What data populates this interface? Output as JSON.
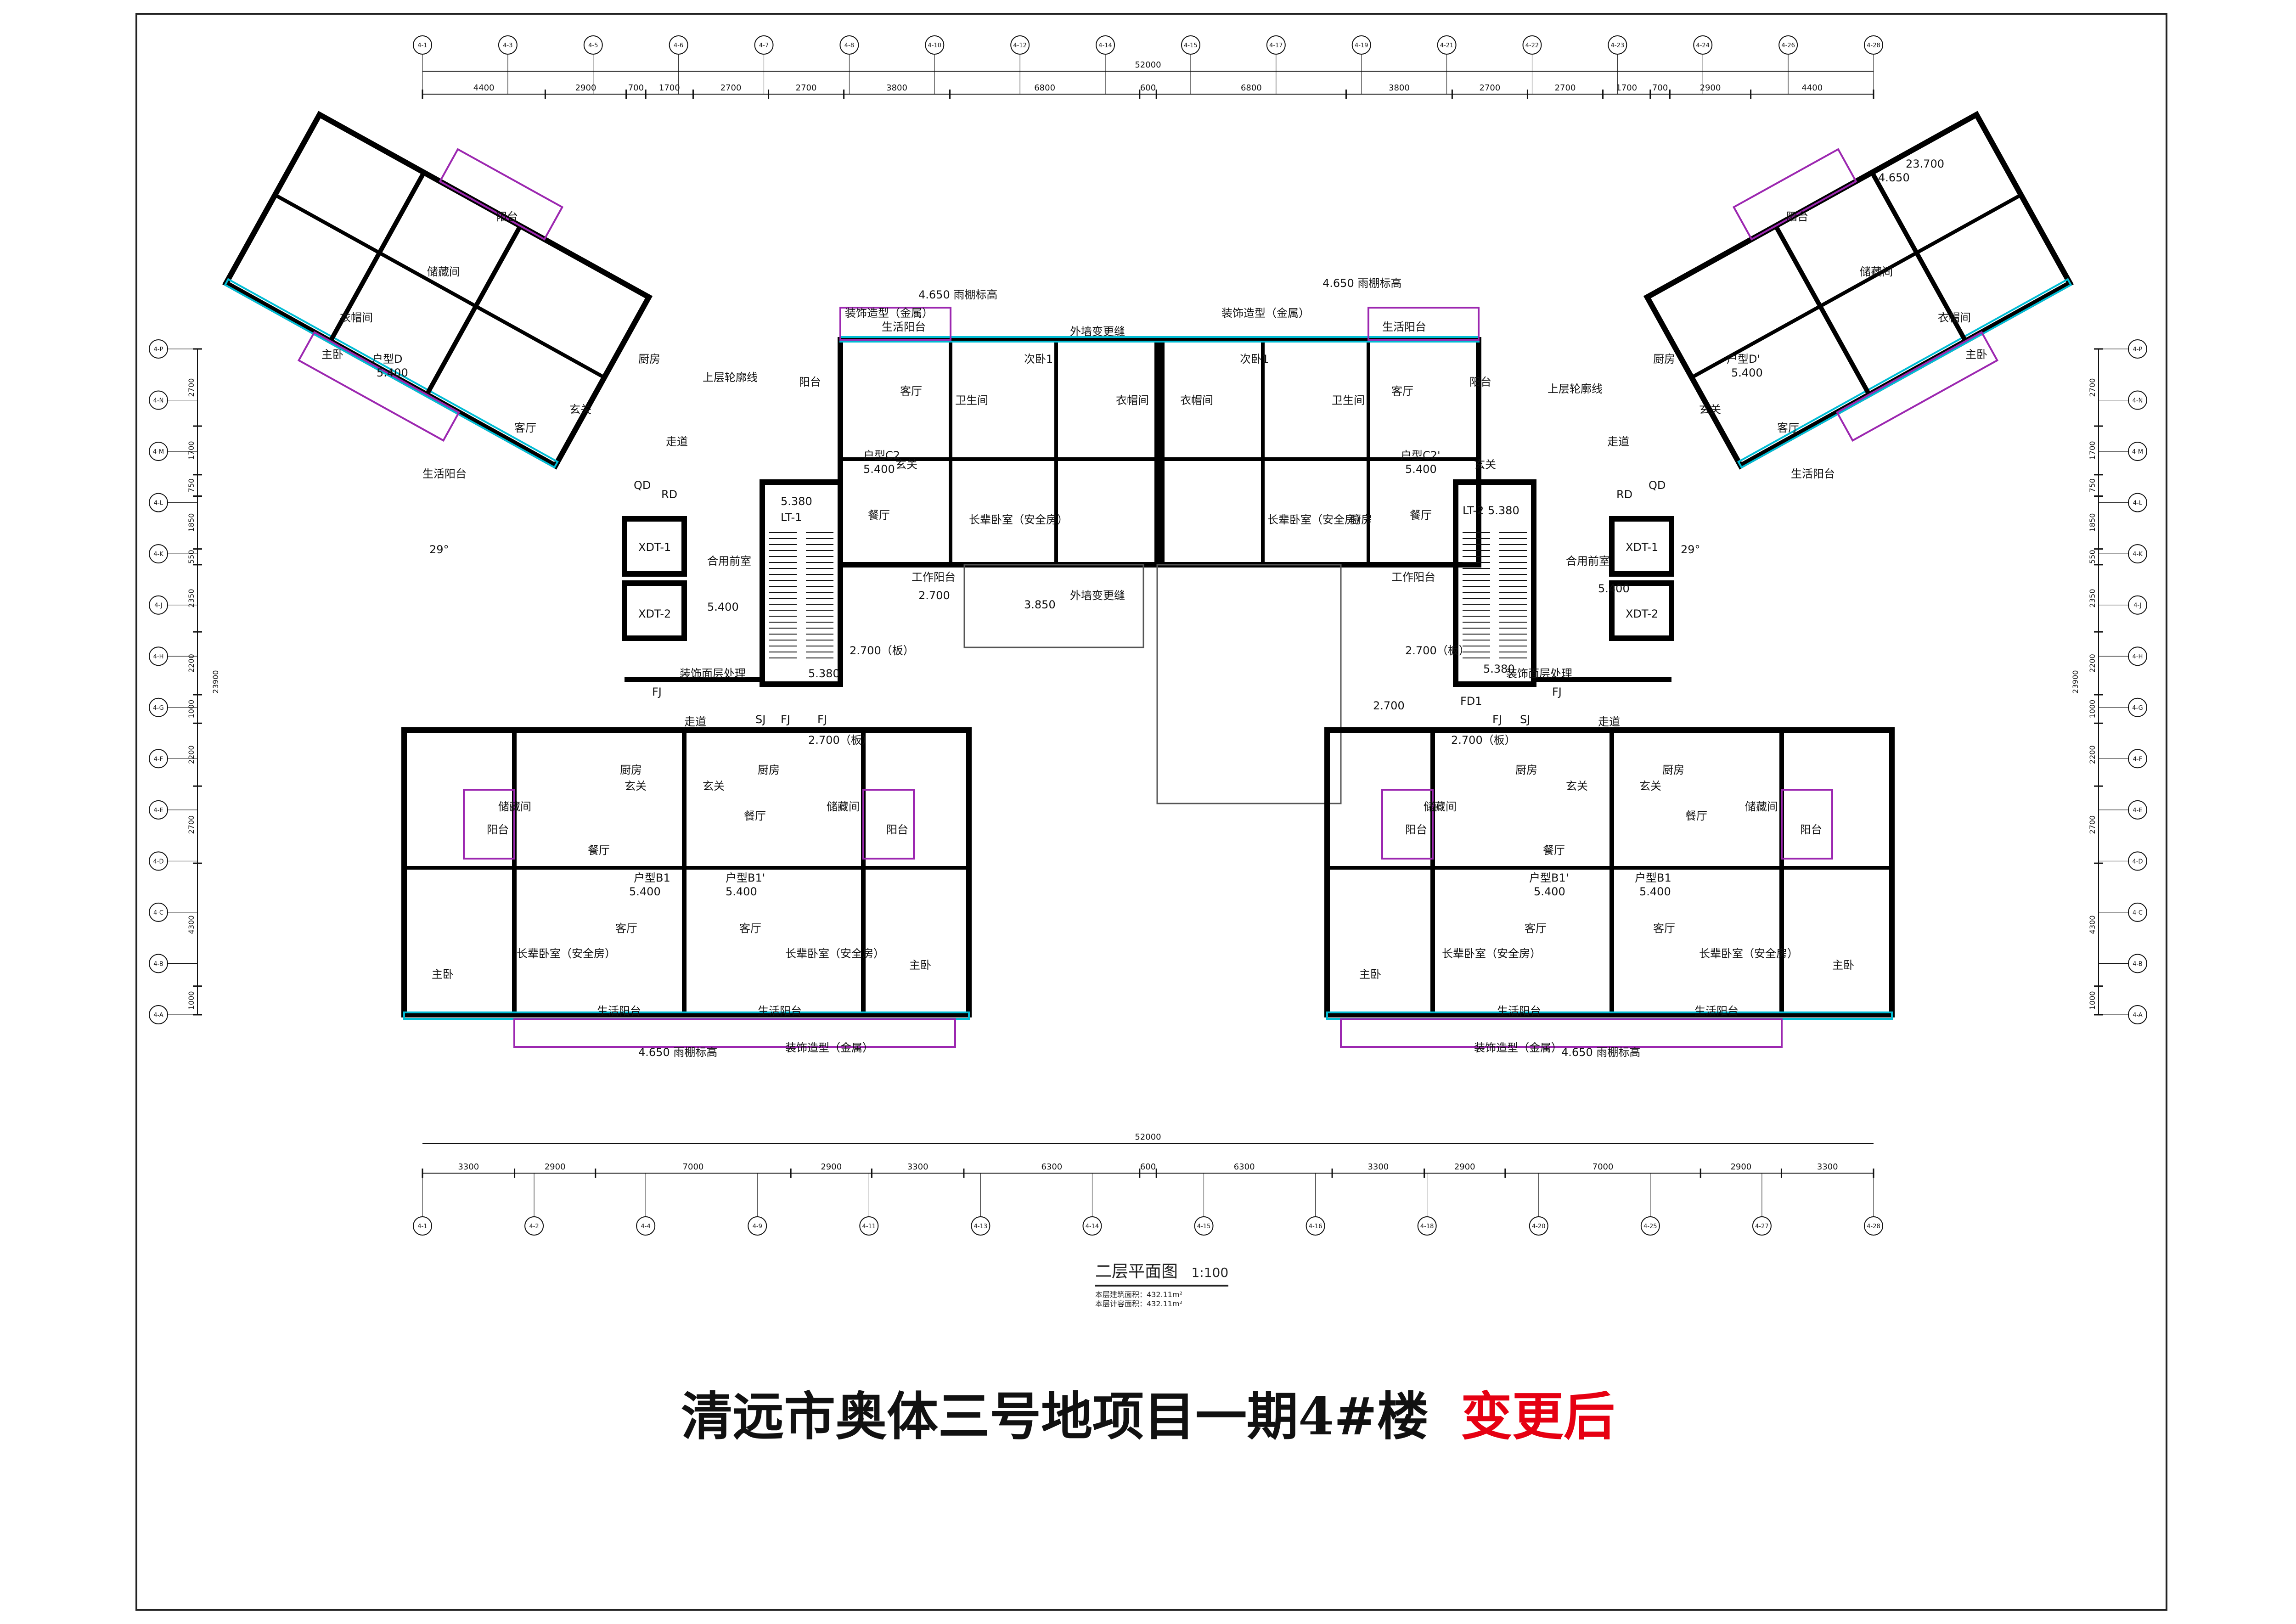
{
  "sheet": {
    "drawing_title": "二层平面图",
    "drawing_scale": "1:100",
    "area_notes": [
      "本层建筑面积：432.11m²",
      "本层计容面积：432.11m²"
    ],
    "project_title": "清远市奥体三号地项目一期4#楼",
    "status_label": "变更后"
  },
  "grid": {
    "overall_dimension": "52000",
    "top_axes": [
      "4-1",
      "4-3",
      "4-5",
      "4-6",
      "4-7",
      "4-8",
      "4-10",
      "4-12",
      "4-14",
      "4-15",
      "4-17",
      "4-19",
      "4-21",
      "4-22",
      "4-23",
      "4-24",
      "4-26",
      "4-28"
    ],
    "top_spans": [
      "4400",
      "2900",
      "700",
      "1700",
      "2700",
      "2700",
      "3800",
      "6800",
      "600",
      "6800",
      "3800",
      "2700",
      "2700",
      "1700",
      "700",
      "2900",
      "4400"
    ],
    "bottom_axes": [
      "4-1",
      "4-2",
      "4-4",
      "4-9",
      "4-11",
      "4-13",
      "4-14",
      "4-15",
      "4-16",
      "4-18",
      "4-20",
      "4-25",
      "4-27",
      "4-28"
    ],
    "bottom_spans": [
      "3300",
      "2900",
      "7000",
      "2900",
      "3300",
      "6300",
      "600",
      "6300",
      "3300",
      "2900",
      "7000",
      "2900",
      "3300"
    ],
    "side_axes": [
      "4-P",
      "4-N",
      "4-M",
      "4-L",
      "4-K",
      "4-J",
      "4-H",
      "4-G",
      "4-F",
      "4-E",
      "4-D",
      "4-C",
      "4-B",
      "4-A"
    ],
    "side_spans": [
      "2700",
      "1700",
      "750",
      "1850",
      "550",
      "2350",
      "2200",
      "1000",
      "2200",
      "2700",
      "4300",
      "1000"
    ],
    "side_total": "23900"
  },
  "units": {
    "left_wing": "户型D",
    "right_wing": "户型D'",
    "center_left": "户型C2",
    "center_right": "户型C2'",
    "lower_left_a": "户型B1",
    "lower_left_b": "户型B1'",
    "lower_right_a": "户型B1'",
    "lower_right_b": "户型B1"
  },
  "core": {
    "stair_left": "LT-1",
    "stair_right": "LT-2",
    "lift_1": "XDT-1",
    "lift_2": "XDT-2",
    "fire_room": "合用前室",
    "corridor": "走道",
    "fj": "FJ",
    "sj": "SJ",
    "qd": "QD",
    "fd": "FD1",
    "rd": "RD"
  },
  "rooms": {
    "master": "主卧",
    "living": "客厅",
    "dining": "餐厅",
    "kitchen": "厨房",
    "bath": "卫生间",
    "storage": "储藏间",
    "balcony": "阳台",
    "life_balcony": "生活阳台",
    "work_balcony": "工作阳台",
    "secondary": "次卧1",
    "elder": "长辈卧室（安全房）",
    "entry": "玄关",
    "clothes": "衣帽间"
  },
  "elevations": {
    "floor": "5.400",
    "stair_landing": "5.380",
    "canopy": "4.650",
    "canopy_note": "4.650 雨棚标高",
    "lower_roof": "2.700",
    "lower_roof_note": "2.700（板）",
    "terrace": "3.850",
    "roof_top": "23.700",
    "angle": "29°"
  },
  "notes": {
    "deco": "装饰造型（金属）",
    "facade": "外墙变更缝",
    "upper_line": "上层轮廓线",
    "stair_treat": "装饰面层处理"
  },
  "colors": {
    "wall": "#000000",
    "window": "#00bcd4",
    "balcony_line": "#9c27b0",
    "line": "#111111",
    "accent": "#e60012"
  }
}
